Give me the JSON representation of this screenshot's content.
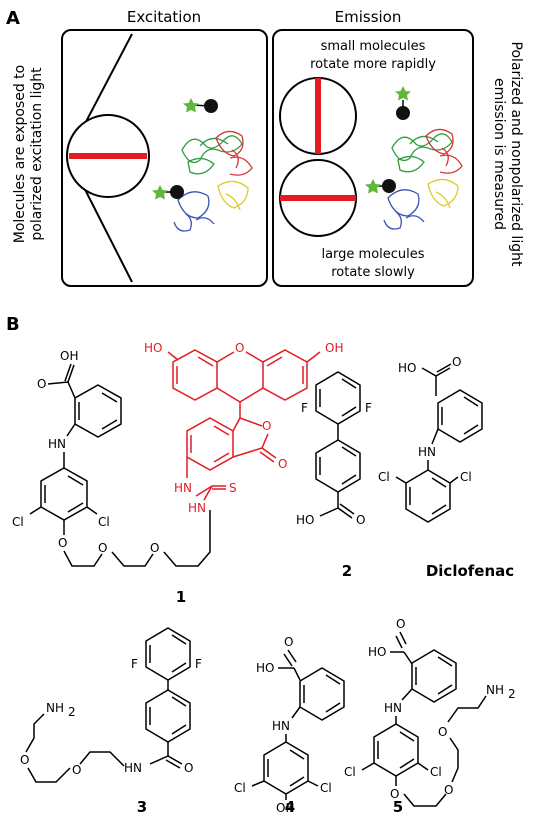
{
  "panel_a": {
    "label": "A",
    "excitation_title": "Excitation",
    "emission_title": "Emission",
    "left_side_text": [
      "Molecules are exposed to",
      "polarized excitation light"
    ],
    "right_side_text": [
      "Polarized and nonpolarized light",
      "emission is measured"
    ],
    "small_text": [
      "small molecules",
      "rotate more rapidly"
    ],
    "large_text": [
      "large molecules",
      "rotate slowly"
    ],
    "polarizer_color": "#e31b23",
    "star_color": "#5fb83a"
  },
  "panel_b": {
    "label": "B",
    "compounds": [
      {
        "id": "1",
        "label": "1"
      },
      {
        "id": "2",
        "label": "2"
      },
      {
        "id": "diclofenac",
        "label": "Diclofenac"
      },
      {
        "id": "3",
        "label": "3"
      },
      {
        "id": "4",
        "label": "4"
      },
      {
        "id": "5",
        "label": "5"
      }
    ],
    "atoms": {
      "oh": "OH",
      "ho": "HO",
      "o": "O",
      "hn": "HN",
      "nh": "NH",
      "h": "H",
      "cl": "Cl",
      "f": "F",
      "s": "S",
      "nh2": "NH",
      "sub2": "2"
    },
    "fluorescein_color": "#e31b23"
  }
}
